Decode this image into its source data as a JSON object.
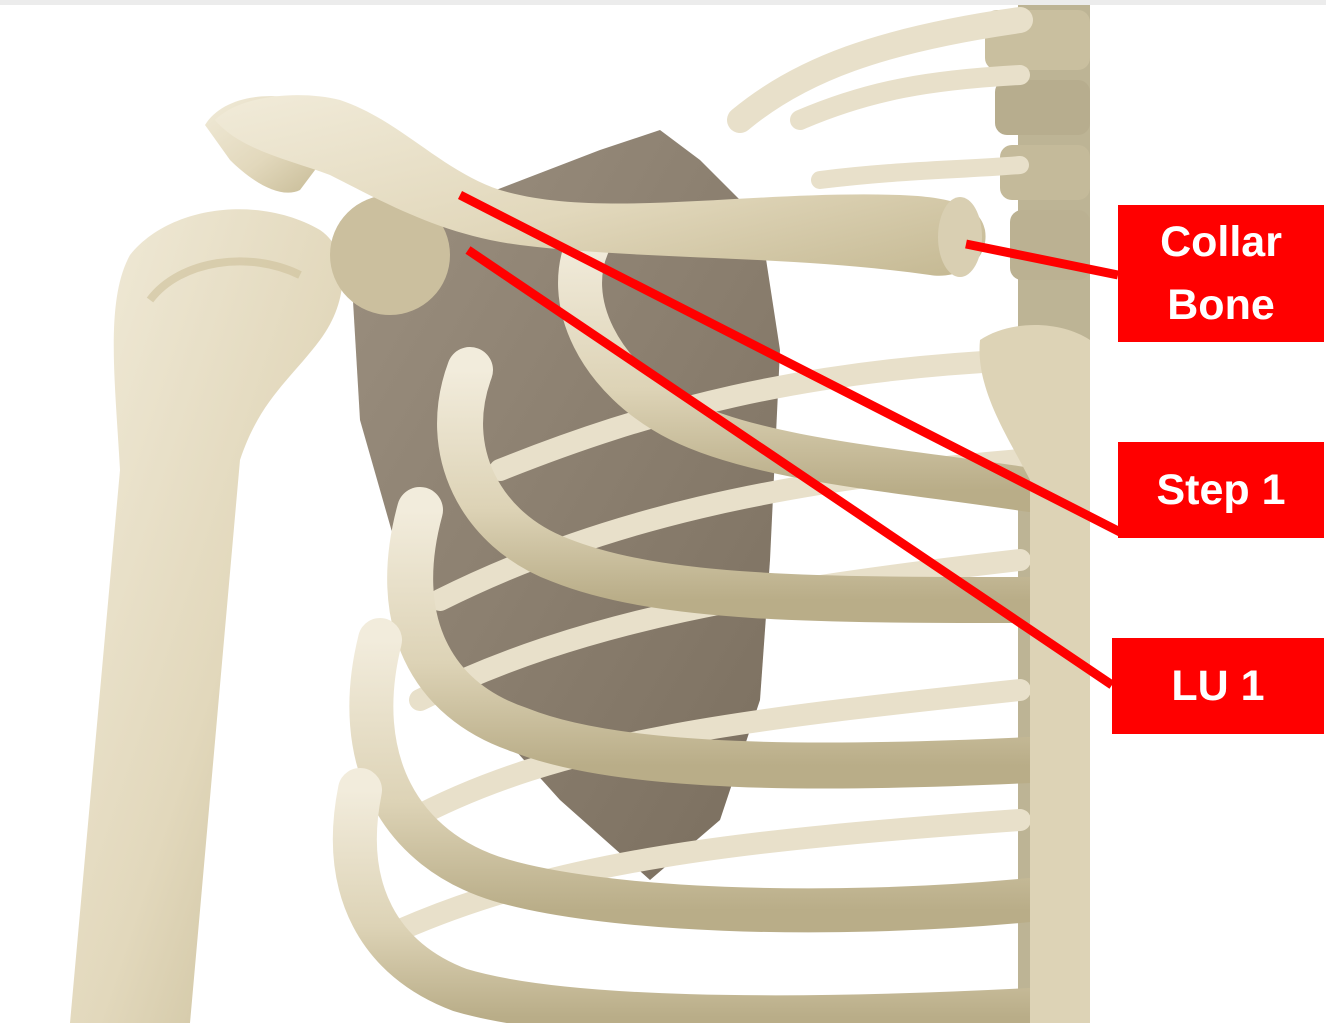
{
  "labels": {
    "collar_bone": "Collar\nBone",
    "step_1": "Step 1",
    "lu_1": "LU 1"
  },
  "colors": {
    "annotation_red": "#ff0000",
    "bone": "#e4dcc4",
    "bone_shadow": "#b5aa8c",
    "scapula": "#8c8070",
    "background": "#ffffff"
  },
  "icons": {
    "skeleton": "shoulder-skeleton-illustration"
  }
}
